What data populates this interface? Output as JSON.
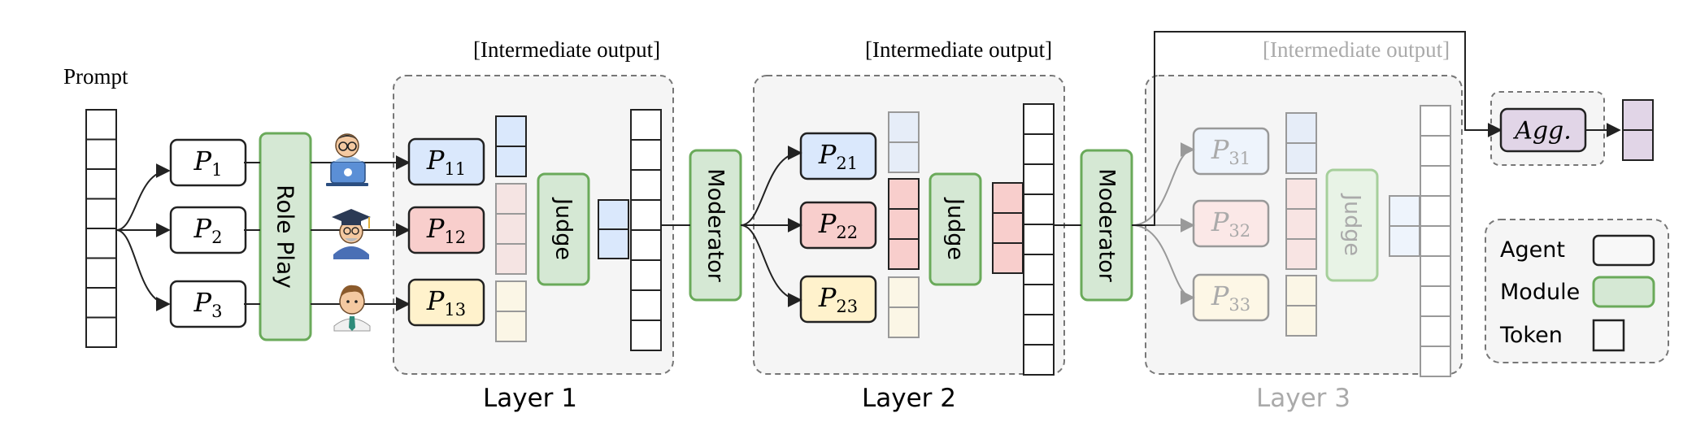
{
  "prompt_label": "Prompt",
  "intermediate_label": "[Intermediate output]",
  "role_play_label": "Role Play",
  "judge_label": "Judge",
  "moderator_label": "Moderator",
  "agg_label": "Agg.",
  "agent_symbol": "P",
  "input_agents": [
    {
      "sub": "1"
    },
    {
      "sub": "2"
    },
    {
      "sub": "3"
    }
  ],
  "layers": [
    {
      "label": "Layer 1",
      "agents": [
        {
          "sub": "11"
        },
        {
          "sub": "12"
        },
        {
          "sub": "13"
        }
      ]
    },
    {
      "label": "Layer 2",
      "agents": [
        {
          "sub": "21"
        },
        {
          "sub": "22"
        },
        {
          "sub": "23"
        }
      ]
    },
    {
      "label": "Layer 3",
      "agents": [
        {
          "sub": "31"
        },
        {
          "sub": "32"
        },
        {
          "sub": "33"
        }
      ]
    }
  ],
  "legend": {
    "agent": "Agent",
    "module": "Module",
    "token": "Token"
  },
  "colors": {
    "module_fill": "#d5e8d4",
    "module_stroke": "#6aaa5a",
    "blue": "#dae8fc",
    "pink": "#f8cecc",
    "yellow": "#fff2cc",
    "purple": "#e1d5e7",
    "faded": "#aaaaaa",
    "panel": "#f5f5f5"
  }
}
